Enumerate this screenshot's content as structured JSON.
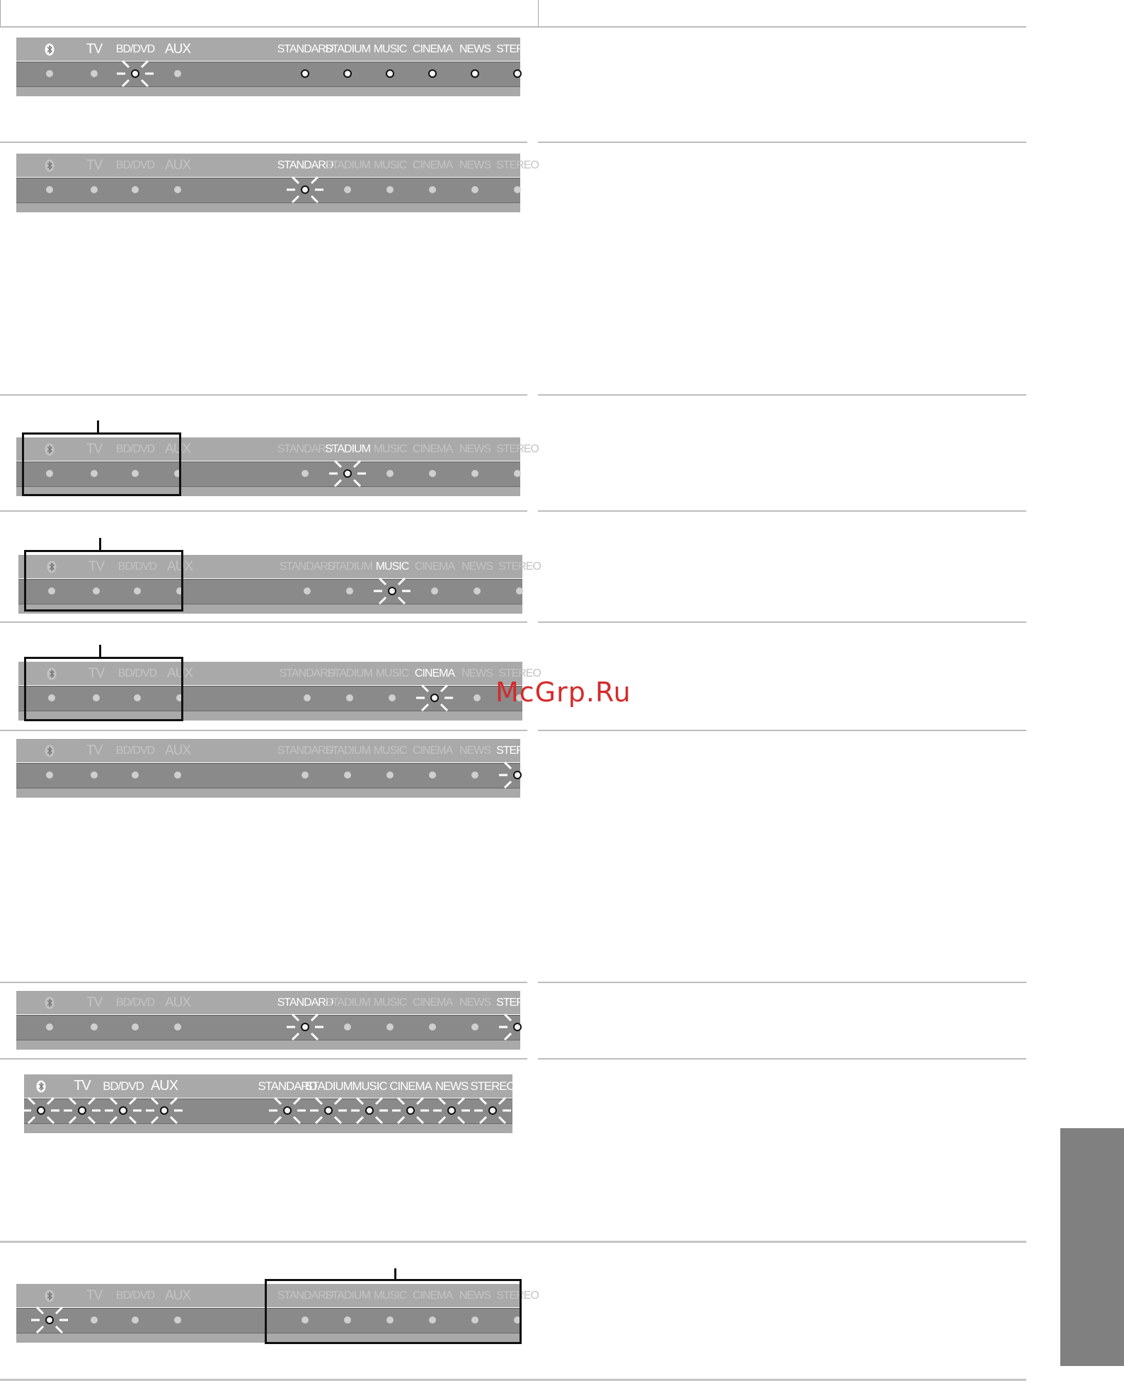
{
  "labels": {
    "sources": [
      "TV",
      "BD/DVD",
      "AUX"
    ],
    "modes": [
      "STANDARD",
      "STADIUM",
      "MUSIC",
      "CINEMA",
      "NEWS",
      "STEREO"
    ]
  },
  "icons": {
    "bluetooth": "bluetooth-icon",
    "led_off": "led-dot",
    "led_on": "led-ring",
    "led_blink": "led-flash"
  },
  "colors": {
    "panel_light": "#a9a9a9",
    "panel_dark": "#8a8a8a",
    "label_on": "#ffffff",
    "label_off": "#c3c3c3",
    "side_tab": "#808080",
    "watermark": "#d42b2b"
  },
  "panels": [
    {
      "name": "source-bd-dvd-selected",
      "lit": [
        "bt",
        "TV",
        "BD/DVD",
        "AUX",
        "STANDARD",
        "STADIUM",
        "MUSIC",
        "CINEMA",
        "NEWS",
        "STEREO"
      ],
      "leds": [
        "dot",
        "dot",
        "flash",
        "dot",
        "ring",
        "ring",
        "ring",
        "ring",
        "ring",
        "ring"
      ]
    },
    {
      "name": "mode-standard",
      "lit": [
        "STANDARD"
      ],
      "leds": [
        "dot",
        "dot",
        "dot",
        "dot",
        "flash",
        "dot",
        "dot",
        "dot",
        "dot",
        "dot"
      ]
    },
    {
      "name": "mode-stadium",
      "lit": [
        "STADIUM"
      ],
      "leds": [
        "dot",
        "dot",
        "dot",
        "dot",
        "dot",
        "flash",
        "dot",
        "dot",
        "dot",
        "dot"
      ],
      "bracket": "sources"
    },
    {
      "name": "mode-music",
      "lit": [
        "MUSIC"
      ],
      "leds": [
        "dot",
        "dot",
        "dot",
        "dot",
        "dot",
        "dot",
        "flash",
        "dot",
        "dot",
        "dot"
      ],
      "bracket": "sources"
    },
    {
      "name": "mode-cinema",
      "lit": [
        "CINEMA"
      ],
      "leds": [
        "dot",
        "dot",
        "dot",
        "dot",
        "dot",
        "dot",
        "dot",
        "flash",
        "dot",
        "dot"
      ],
      "bracket": "sources"
    },
    {
      "name": "mode-stereo",
      "lit": [
        "STEREO"
      ],
      "leds": [
        "dot",
        "dot",
        "dot",
        "dot",
        "dot",
        "dot",
        "dot",
        "dot",
        "dot",
        "flash"
      ]
    },
    {
      "name": "mode-standard-stereo",
      "lit": [
        "STANDARD",
        "STEREO"
      ],
      "leds": [
        "dot",
        "dot",
        "dot",
        "dot",
        "flash",
        "dot",
        "dot",
        "dot",
        "dot",
        "flash"
      ]
    },
    {
      "name": "all-leds-flashing",
      "lit": [
        "bt",
        "TV",
        "BD/DVD",
        "AUX",
        "STANDARD",
        "STADIUM",
        "MUSIC",
        "CINEMA",
        "NEWS",
        "STEREO"
      ],
      "leds": [
        "flash",
        "flash",
        "flash",
        "flash",
        "flash",
        "flash",
        "flash",
        "flash",
        "flash",
        "flash"
      ]
    },
    {
      "name": "bluetooth-flashing",
      "lit": [],
      "leds": [
        "flash",
        "dot",
        "dot",
        "dot",
        "dot",
        "dot",
        "dot",
        "dot",
        "dot",
        "dot"
      ],
      "bracket": "modes"
    }
  ],
  "watermark": "McGrp.Ru"
}
